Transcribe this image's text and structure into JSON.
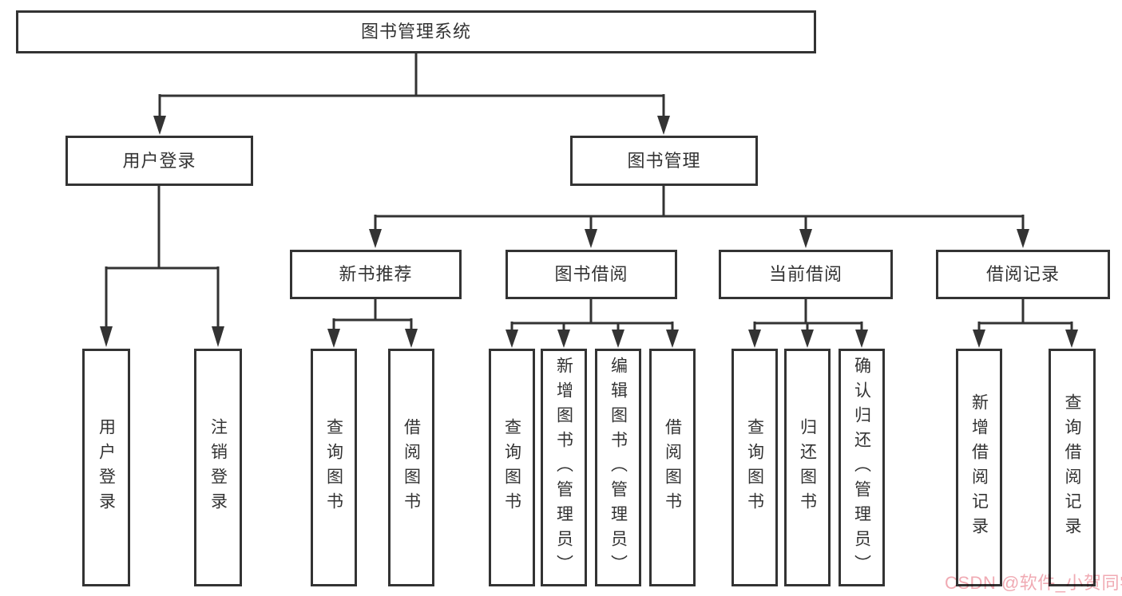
{
  "diagram_title": "图书管理系统",
  "colors": {
    "line": "#333333",
    "box_border": "#333333",
    "box_background": "#ffffff",
    "text": "#333333",
    "watermark": "#f0aab3"
  },
  "nodes": {
    "root": {
      "label": "图书管理系统"
    },
    "user_login": {
      "label": "用户登录"
    },
    "book_mgmt": {
      "label": "图书管理"
    },
    "new_book_rec": {
      "label": "新书推荐"
    },
    "book_borrow": {
      "label": "图书借阅"
    },
    "current_borrow": {
      "label": "当前借阅"
    },
    "borrow_records": {
      "label": "借阅记录"
    },
    "leaf_user_login": {
      "label": "用户登录"
    },
    "leaf_logout": {
      "label": "注销登录"
    },
    "leaf_rec_query": {
      "label": "查询图书"
    },
    "leaf_rec_borrow": {
      "label": "借阅图书"
    },
    "leaf_bb_query": {
      "label": "查询图书"
    },
    "leaf_bb_add": {
      "label": "新增图书（管理员）"
    },
    "leaf_bb_edit": {
      "label": "编辑图书（管理员）"
    },
    "leaf_bb_borrow": {
      "label": "借阅图书"
    },
    "leaf_cb_query": {
      "label": "查询图书"
    },
    "leaf_cb_return": {
      "label": "归还图书"
    },
    "leaf_cb_confirm": {
      "label": "确认归还（管理员）"
    },
    "leaf_br_add": {
      "label": "新增借阅记录"
    },
    "leaf_br_query": {
      "label": "查询借阅记录"
    }
  },
  "tree": {
    "label": "图书管理系统",
    "children": [
      {
        "label": "用户登录",
        "children": [
          {
            "label": "用户登录"
          },
          {
            "label": "注销登录"
          }
        ]
      },
      {
        "label": "图书管理",
        "children": [
          {
            "label": "新书推荐",
            "children": [
              {
                "label": "查询图书"
              },
              {
                "label": "借阅图书"
              }
            ]
          },
          {
            "label": "图书借阅",
            "children": [
              {
                "label": "查询图书"
              },
              {
                "label": "新增图书（管理员）"
              },
              {
                "label": "编辑图书（管理员）"
              },
              {
                "label": "借阅图书"
              }
            ]
          },
          {
            "label": "当前借阅",
            "children": [
              {
                "label": "查询图书"
              },
              {
                "label": "归还图书"
              },
              {
                "label": "确认归还（管理员）"
              }
            ]
          },
          {
            "label": "借阅记录",
            "children": [
              {
                "label": "新增借阅记录"
              },
              {
                "label": "查询借阅记录"
              }
            ]
          }
        ]
      }
    ]
  },
  "watermark": {
    "text": "CSDN @软件_小贺同学",
    "color": "#f0aab3"
  }
}
